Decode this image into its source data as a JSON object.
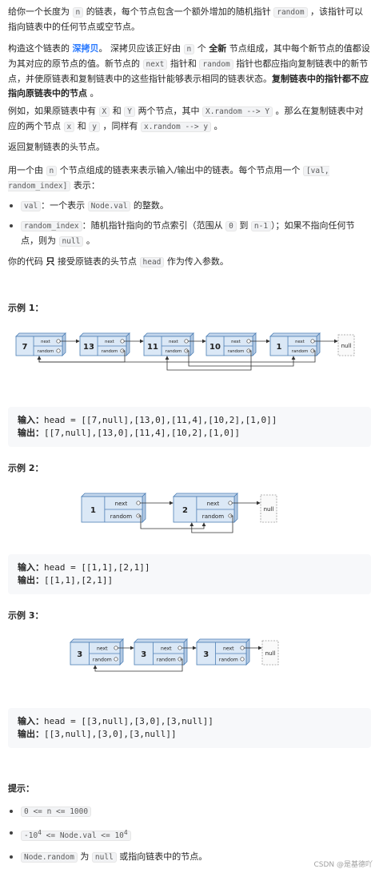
{
  "intro": {
    "p1": [
      "给你一个长度为 ",
      "n",
      " 的链表，每个节点包含一个额外增加的随机指针 ",
      "random",
      " ，该指针可以指向链表中的任何节点或空节点。"
    ],
    "p2": [
      "构造这个链表的 ",
      "深拷贝",
      "。 深拷贝应该正好由 ",
      "n",
      " 个 ",
      "全新",
      " 节点组成，其中每个新节点的值都设为其对应的原节点的值。新节点的 ",
      "next",
      " 指针和 ",
      "random",
      " 指针也都应指向复制链表中的新节点，并使原链表和复制链表中的这些指针能够表示相同的链表状态。",
      "复制链表中的指针都不应指向原链表中的节点",
      " 。"
    ],
    "p3": [
      "例如，如果原链表中有 ",
      "X",
      " 和 ",
      "Y",
      " 两个节点，其中 ",
      "X.random --> Y",
      " 。那么在复制链表中对应的两个节点 ",
      "x",
      " 和 ",
      "y",
      " ，同样有 ",
      "x.random --> y",
      " 。"
    ],
    "p4": "返回复制链表的头节点。",
    "p5": [
      "用一个由 ",
      "n",
      " 个节点组成的链表来表示输入/输出中的链表。每个节点用一个 ",
      "[val, random_index]",
      " 表示："
    ],
    "bullets": [
      [
        "val",
        "：一个表示 ",
        "Node.val",
        " 的整数。"
      ],
      [
        "random_index",
        "：随机指针指向的节点索引（范围从 ",
        "0",
        " 到 ",
        "n-1",
        "）；如果不指向任何节点，则为 ",
        "null",
        " 。"
      ]
    ],
    "p6": [
      "你的代码 ",
      "只",
      " 接受原链表的头节点 ",
      "head",
      " 作为传入参数。"
    ]
  },
  "examples": [
    {
      "title": "示例 1：",
      "nodes": [
        "7",
        "13",
        "11",
        "10",
        "1"
      ],
      "input_label": "输入：",
      "input": "head = [[7,null],[13,0],[11,4],[10,2],[1,0]]",
      "output_label": "输出：",
      "output": "[[7,null],[13,0],[11,4],[10,2],[1,0]]"
    },
    {
      "title": "示例 2：",
      "nodes": [
        "1",
        "2"
      ],
      "input_label": "输入：",
      "input": "head = [[1,1],[2,1]]",
      "output_label": "输出：",
      "output": "[[1,1],[2,1]]"
    },
    {
      "title": "示例 3：",
      "nodes": [
        "3",
        "3",
        "3"
      ],
      "input_label": "输入：",
      "input": "head = [[3,null],[3,0],[3,null]]",
      "output_label": "输出：",
      "output": "[[3,null],[3,0],[3,null]]"
    }
  ],
  "diagram_labels": {
    "next": "next",
    "random": "random",
    "null": "null"
  },
  "hints": {
    "title": "提示：",
    "items": [
      [
        "0 <= n <= 1000"
      ],
      [
        "-10",
        "4",
        " <= Node.val <= 10",
        "4"
      ],
      [
        "Node.random",
        " 为 ",
        "null",
        " 或指向链表中的节点。"
      ]
    ]
  },
  "footer": "CSDN @是基德吖",
  "colors": {
    "node_fill": "#dbe8f6",
    "node_stroke": "#4d7fb5",
    "arrow": "#333333",
    "accent": "#2979ff"
  }
}
